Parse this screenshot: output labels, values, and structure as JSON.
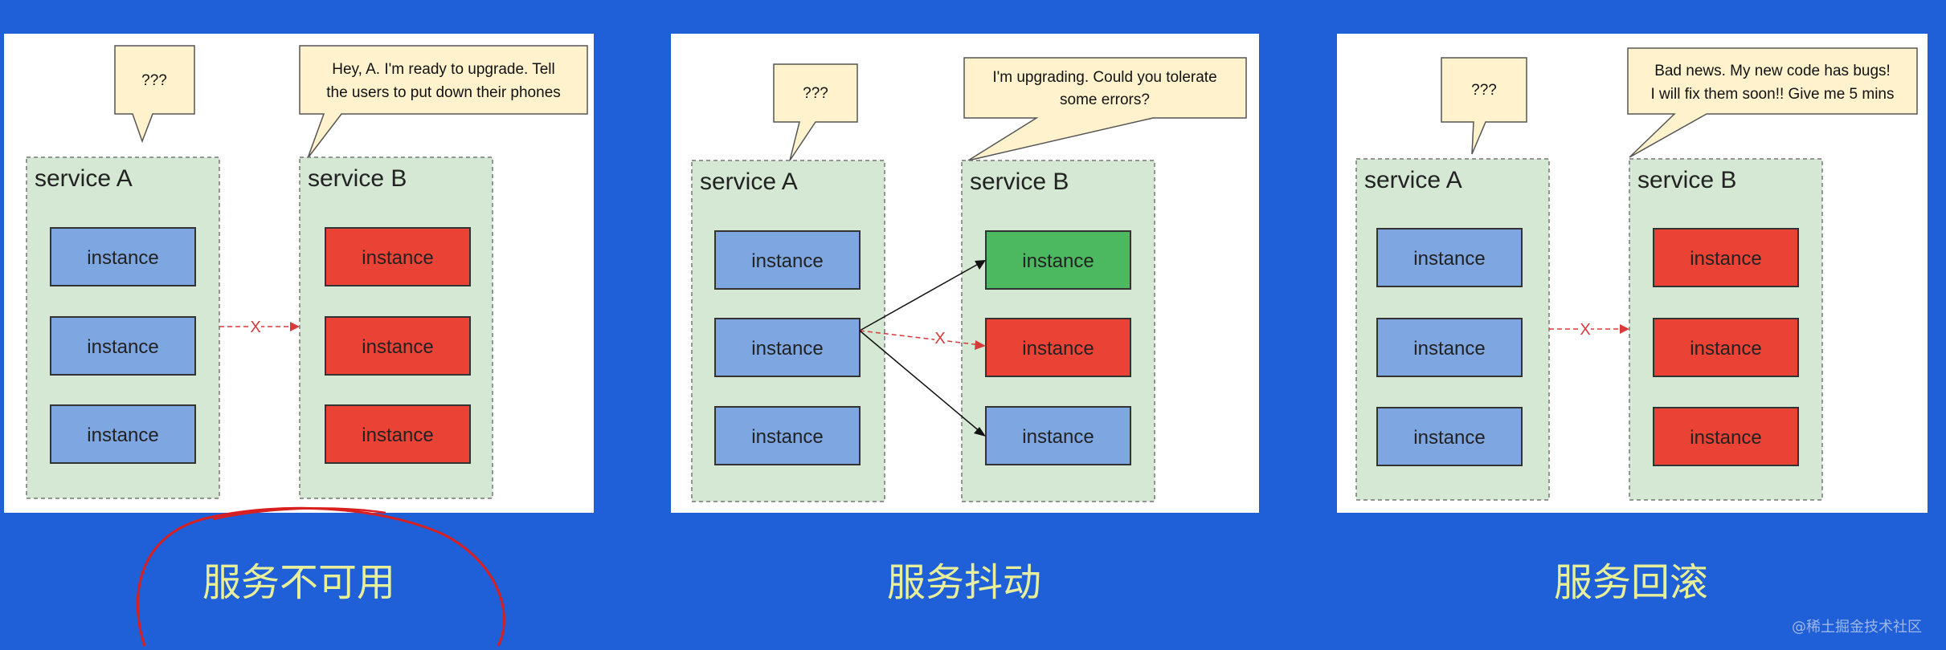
{
  "panels": [
    {
      "caption": "服务不可用",
      "service_a_label": "service A",
      "service_b_label": "service B",
      "bubble_a": [
        "???"
      ],
      "bubble_b": [
        "Hey, A. I'm ready to upgrade. Tell",
        "the users to put down their phones"
      ],
      "instance_label": "instance",
      "service_b_instance_colors": [
        "red",
        "red",
        "red"
      ],
      "arrow_mark": "X"
    },
    {
      "caption": "服务抖动",
      "service_a_label": "service A",
      "service_b_label": "service B",
      "bubble_a": [
        "???"
      ],
      "bubble_b": [
        "I'm upgrading. Could you tolerate",
        "some errors?"
      ],
      "instance_label": "instance",
      "service_b_instance_colors": [
        "green",
        "red",
        "blue"
      ],
      "arrow_mark": "X"
    },
    {
      "caption": "服务回滚",
      "service_a_label": "service A",
      "service_b_label": "service B",
      "bubble_a": [
        "???"
      ],
      "bubble_b": [
        "Bad news. My new code has bugs!",
        "I will fix them soon!! Give me 5 mins"
      ],
      "instance_label": "instance",
      "service_b_instance_colors": [
        "red",
        "red",
        "red"
      ],
      "arrow_mark": "X"
    }
  ],
  "colors": {
    "background": "#1f5fd8",
    "service_box": "#d5e8d4",
    "instance_blue": "#7ea6e0",
    "instance_red": "#ea4335",
    "instance_green": "#4cb860",
    "bubble": "#fff2cc",
    "caption": "#e7ef9a",
    "annotation_circle": "#d92020"
  },
  "watermark": "@稀土掘金技术社区"
}
